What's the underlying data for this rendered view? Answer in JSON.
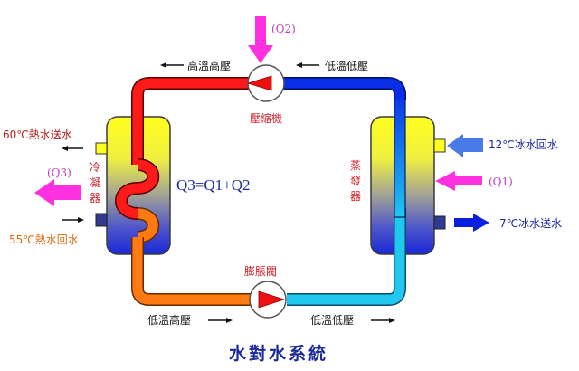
{
  "title": "水對水系統",
  "formula": "Q3=Q1+Q2",
  "components": {
    "compressor": "壓縮機",
    "expansion_valve": "膨脹閥",
    "condenser": [
      "冷",
      "凝",
      "器"
    ],
    "evaporator": [
      "蒸",
      "發",
      "器"
    ]
  },
  "pipe_states": {
    "top_left": "高溫高壓",
    "top_right": "低溫低壓",
    "bottom_left": "低溫高壓",
    "bottom_right": "低溫低壓"
  },
  "heat_flows": {
    "q1": "(Q1)",
    "q2": "(Q2)",
    "q3": "(Q3)"
  },
  "water_ports": {
    "hot_supply": "60℃熱水送水",
    "hot_return": "55℃熱水回水",
    "chilled_return": "12℃冰水回水",
    "chilled_supply": "7℃冰水送水"
  },
  "colors": {
    "hot_gas": "#ff1a1a",
    "warm_liquid": "#ff7a10",
    "cold_liquid": "#20c8f0",
    "cold_gas": "#0a2ee8",
    "heat_arrow": "#ff30e0",
    "tank_top": "#ffff20",
    "tank_bottom": "#1a28d8"
  }
}
